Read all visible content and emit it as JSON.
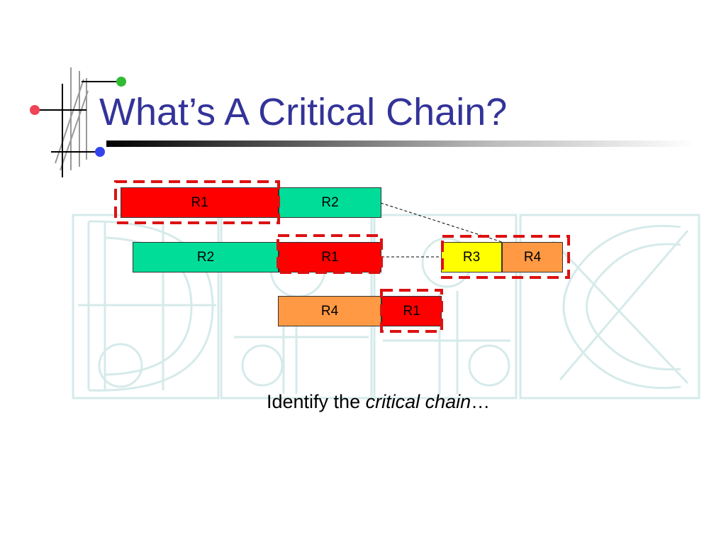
{
  "slide": {
    "title": "What’s A Critical Chain?"
  },
  "tasks": [
    {
      "label": "R1",
      "color": "#ff0000"
    },
    {
      "label": "R2",
      "color": "#00dd99"
    },
    {
      "label": "R2",
      "color": "#00dd99"
    },
    {
      "label": "R1",
      "color": "#ff0000"
    },
    {
      "label": "R3",
      "color": "#ffff00"
    },
    {
      "label": "R4",
      "color": "#ff9944"
    },
    {
      "label": "R4",
      "color": "#ff9944"
    },
    {
      "label": "R1",
      "color": "#ff0000"
    }
  ],
  "caption": {
    "prefix": "Identify the ",
    "emphasis": "critical chain",
    "suffix": "…"
  },
  "colors": {
    "title": "#333399",
    "critical_outline": "#dd1111",
    "watermark": "#d8ecec"
  }
}
